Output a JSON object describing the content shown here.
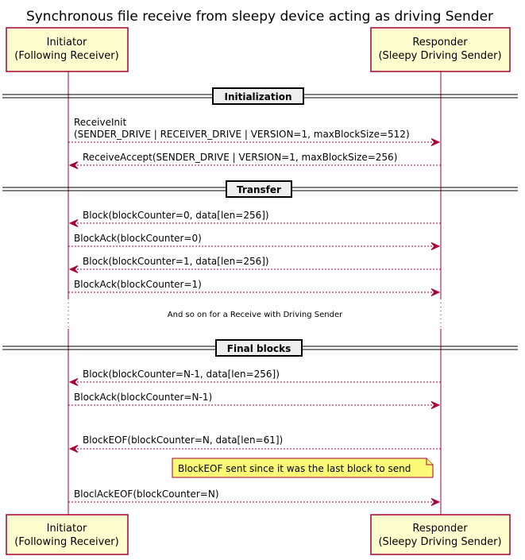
{
  "title": "Synchronous file receive from sleepy device acting as driving Sender",
  "participants": {
    "initiator": {
      "line1": "Initiator",
      "line2": "(Following Receiver)"
    },
    "responder": {
      "line1": "Responder",
      "line2": "(Sleepy Driving Sender)"
    }
  },
  "separators": {
    "initialization": "Initialization",
    "transfer": "Transfer",
    "final_blocks": "Final blocks"
  },
  "messages": {
    "receive_init_1": "ReceiveInit",
    "receive_init_2": "(SENDER_DRIVE | RECEIVER_DRIVE | VERSION=1, maxBlockSize=512)",
    "receive_accept": "ReceiveAccept(SENDER_DRIVE | VERSION=1, maxBlockSize=256)",
    "block_0": "Block(blockCounter=0, data[len=256])",
    "block_ack_0": "BlockAck(blockCounter=0)",
    "block_1": "Block(blockCounter=1, data[len=256])",
    "block_ack_1": "BlockAck(blockCounter=1)",
    "block_n1": "Block(blockCounter=N-1, data[len=256])",
    "block_ack_n1": "BlockAck(blockCounter=N-1)",
    "block_eof": "BlockEOF(blockCounter=N, data[len=61])",
    "block_ack_eof": "BloclAckEOF(blockCounter=N)"
  },
  "delay_text": "And so on for a Receive with Driving Sender",
  "note": "BlockEOF sent since it was the last block to send"
}
